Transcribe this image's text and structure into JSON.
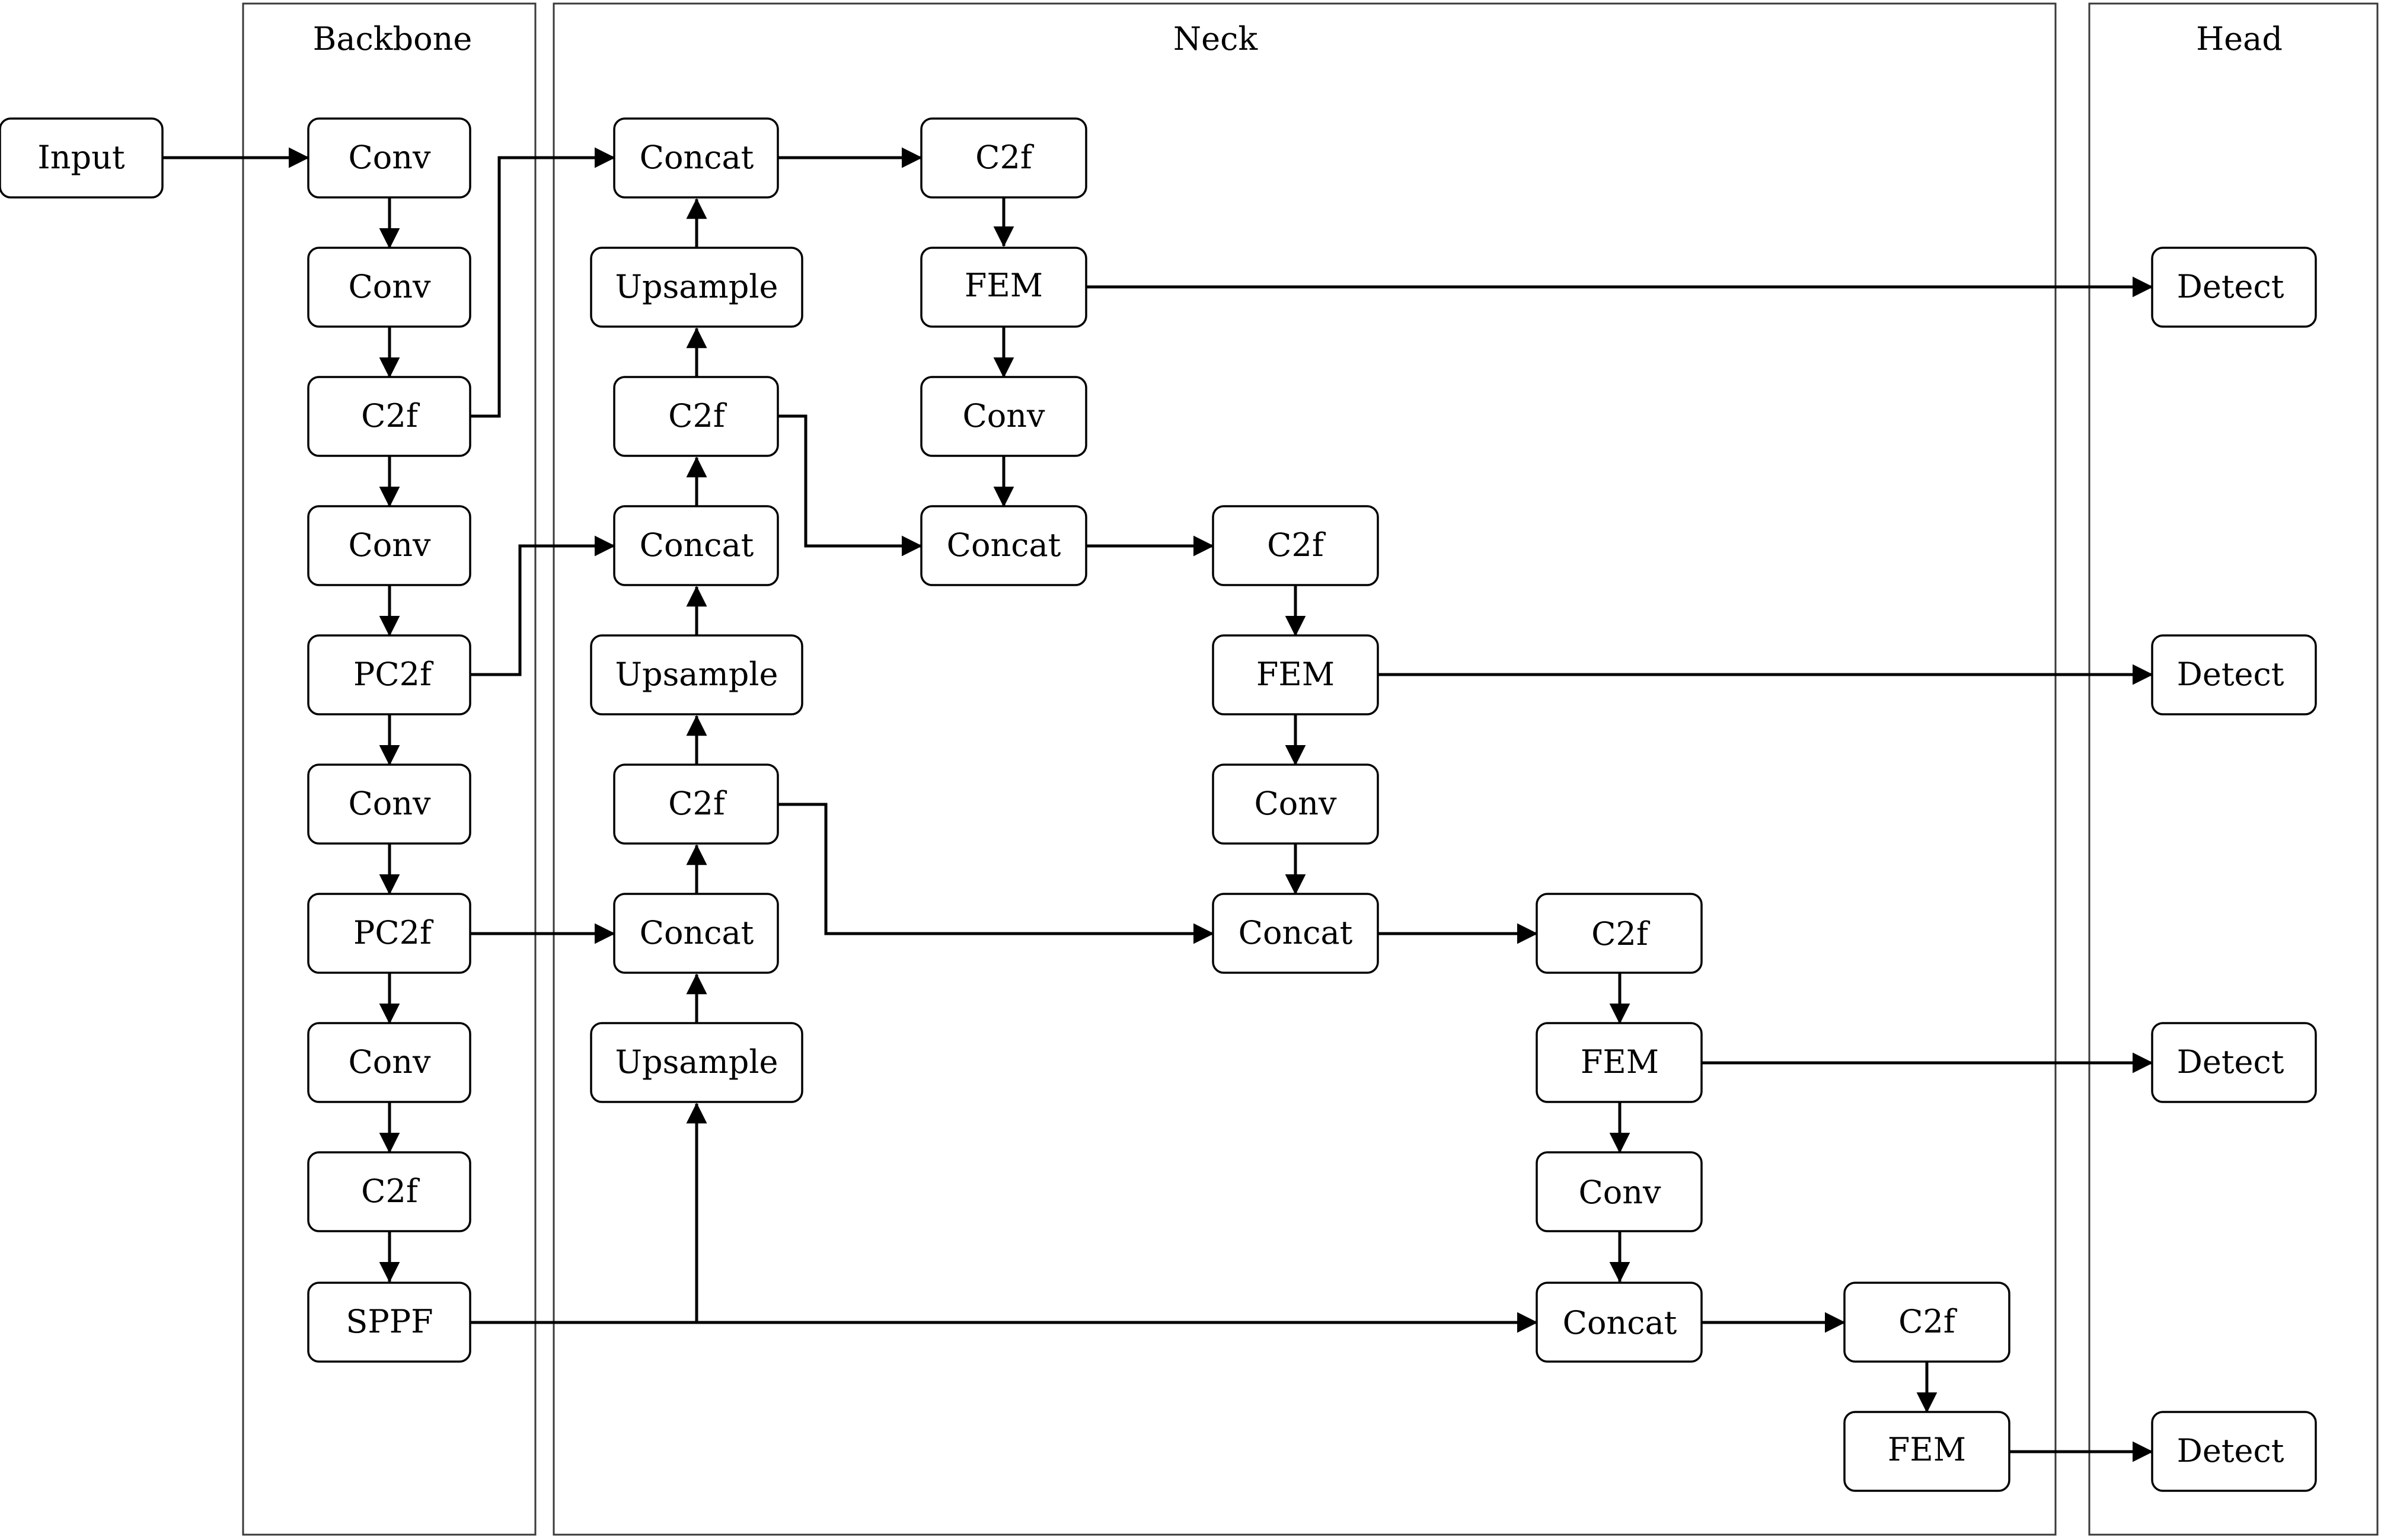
{
  "sections": {
    "backbone": "Backbone",
    "neck": "Neck",
    "head": "Head"
  },
  "nodes": {
    "input": "Input",
    "b_conv1": "Conv",
    "b_conv2": "Conv",
    "b_c2f1": "C2f",
    "b_conv3": "Conv",
    "b_pc2f1": "PC2f",
    "b_conv4": "Conv",
    "b_pc2f2": "PC2f",
    "b_conv5": "Conv",
    "b_c2f2": "C2f",
    "b_sppf": "SPPF",
    "n_concat1": "Concat",
    "n_upsample1": "Upsample",
    "n_c2f1": "C2f",
    "n_concat2": "Concat",
    "n_upsample2": "Upsample",
    "n_c2f2": "C2f",
    "n_concat3": "Concat",
    "n_upsample3": "Upsample",
    "n_c2f3": "C2f",
    "n_fem1": "FEM",
    "n_conv1": "Conv",
    "n_concat4": "Concat",
    "n_c2f4": "C2f",
    "n_fem2": "FEM",
    "n_conv2": "Conv",
    "n_concat5": "Concat",
    "n_c2f5": "C2f",
    "n_fem3": "FEM",
    "n_conv3": "Conv",
    "n_concat6": "Concat",
    "n_c2f6": "C2f",
    "n_fem4": "FEM",
    "h_detect1": "Detect",
    "h_detect2": "Detect",
    "h_detect3": "Detect",
    "h_detect4": "Detect"
  }
}
